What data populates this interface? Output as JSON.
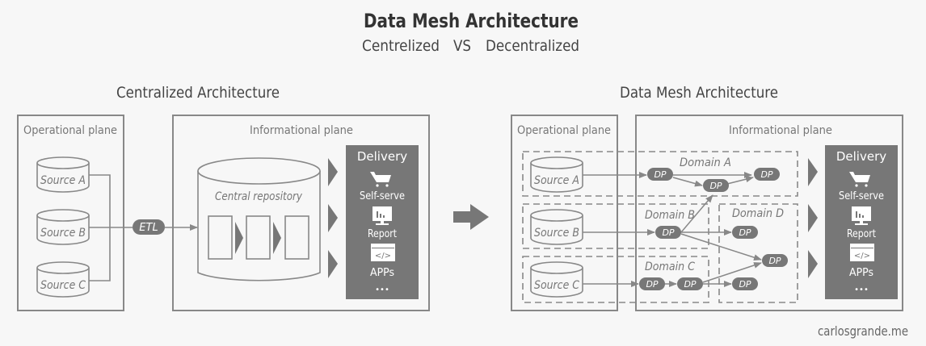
{
  "header": {
    "title": "Data Mesh Architecture",
    "subtitle_left": "Centrelized",
    "subtitle_vs": "VS",
    "subtitle_right": "Decentralized"
  },
  "centralized": {
    "title": "Centralized Architecture",
    "operational_label": "Operational plane",
    "informational_label": "Informational plane",
    "sources": [
      "Source A",
      "Source B",
      "Source C"
    ],
    "etl_label": "ETL",
    "repository_label": "Central repository"
  },
  "mesh": {
    "title": "Data Mesh Architecture",
    "operational_label": "Operational plane",
    "informational_label": "Informational plane",
    "sources": [
      "Source A",
      "Source B",
      "Source C"
    ],
    "domains": [
      "Domain A",
      "Domain B",
      "Domain C",
      "Domain D"
    ],
    "dp_label": "DP"
  },
  "delivery": {
    "title": "Delivery",
    "items": [
      {
        "icon": "cart-icon",
        "label": "Self-serve"
      },
      {
        "icon": "report-monitor-icon",
        "label": "Report"
      },
      {
        "icon": "code-window-icon",
        "label": "APPs"
      }
    ],
    "more": "•••"
  },
  "footer": {
    "credit": "carlosgrande.me"
  },
  "colors": {
    "background": "#f7f7f7",
    "stroke": "#8a8a8a",
    "fill_dark": "#777777",
    "text_dark": "#333333",
    "text_mid": "#666666",
    "text_light": "#ffffff"
  }
}
